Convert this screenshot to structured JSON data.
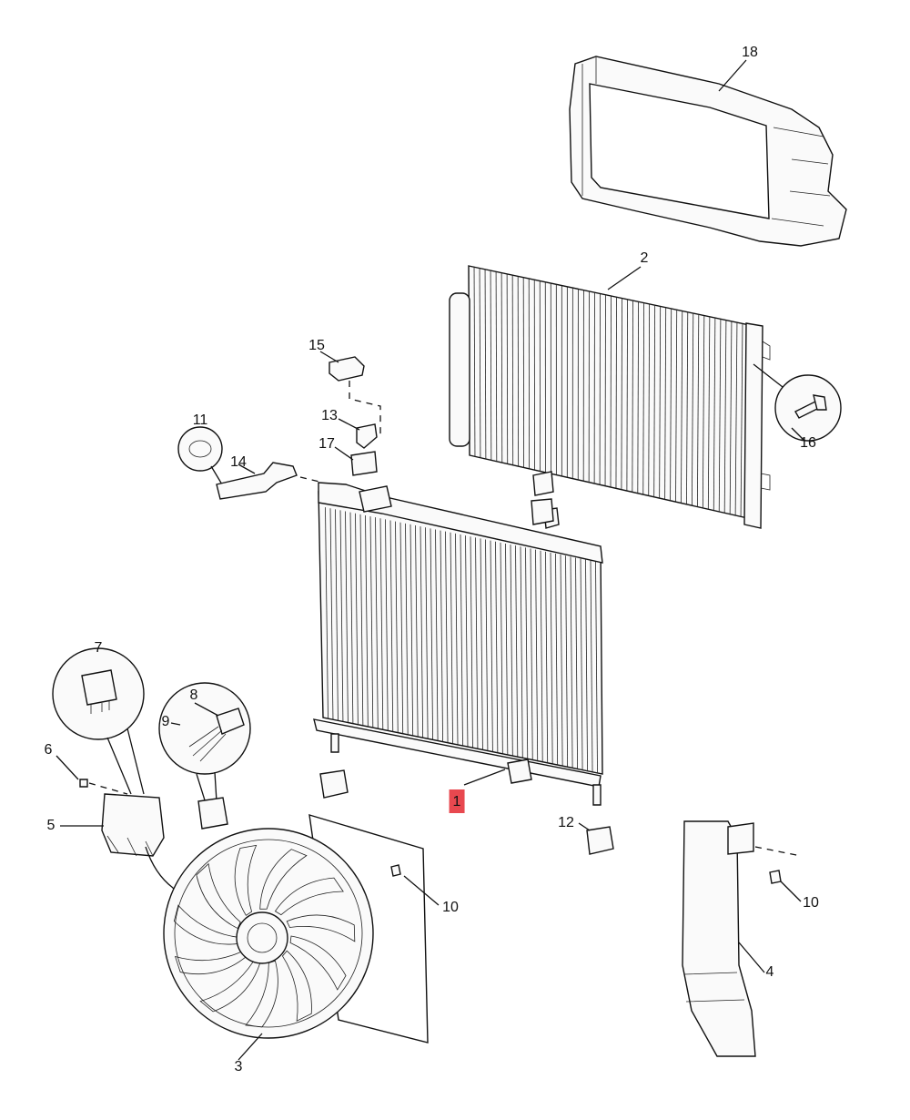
{
  "diagram": {
    "callouts": [
      {
        "id": "c18",
        "text": "18"
      },
      {
        "id": "c2",
        "text": "2"
      },
      {
        "id": "c15",
        "text": "15"
      },
      {
        "id": "c13",
        "text": "13"
      },
      {
        "id": "c17",
        "text": "17"
      },
      {
        "id": "c11",
        "text": "11"
      },
      {
        "id": "c14",
        "text": "14"
      },
      {
        "id": "c16",
        "text": "16"
      },
      {
        "id": "c7",
        "text": "7"
      },
      {
        "id": "c8",
        "text": "8"
      },
      {
        "id": "c9",
        "text": "9"
      },
      {
        "id": "c6",
        "text": "6"
      },
      {
        "id": "c5",
        "text": "5"
      },
      {
        "id": "c1",
        "text": "1",
        "highlight_color": "#e8484f"
      },
      {
        "id": "c12",
        "text": "12"
      },
      {
        "id": "c10a",
        "text": "10"
      },
      {
        "id": "c10b",
        "text": "10"
      },
      {
        "id": "c4",
        "text": "4"
      },
      {
        "id": "c3",
        "text": "3"
      }
    ]
  }
}
